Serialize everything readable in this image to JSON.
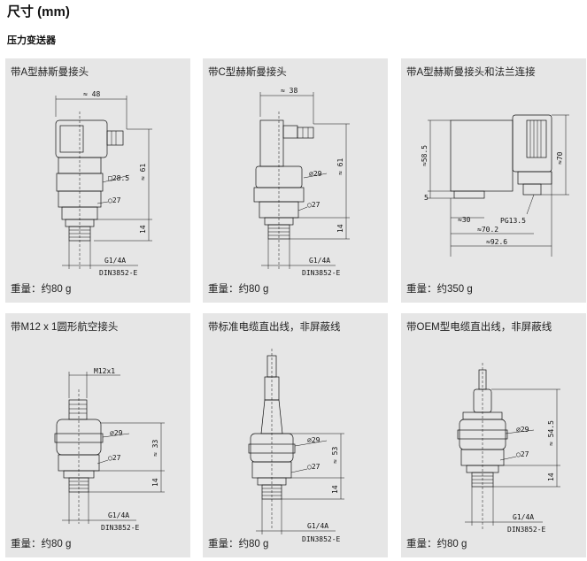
{
  "page": {
    "title": "尺寸 (mm)",
    "subtitle": "压力变送器"
  },
  "panels": [
    {
      "title": "带A型赫斯曼接头",
      "weight": "重量：约80 g",
      "dims": [
        "≈ 48",
        "□28.5",
        "○27",
        "≈ 61",
        "14",
        "G1/4A",
        "DIN3852-E"
      ]
    },
    {
      "title": "带C型赫斯曼接头",
      "weight": "重量：约80 g",
      "dims": [
        "≈ 38",
        "⌀29",
        "○27",
        "≈ 61",
        "14",
        "G1/4A",
        "DIN3852-E"
      ]
    },
    {
      "title": "带A型赫斯曼接头和法兰连接",
      "weight": "重量：约350 g",
      "dims": [
        "≈58.5",
        "5",
        "≈30",
        "PG13.5",
        "≈70.2",
        "≈92.6",
        "≈70"
      ]
    },
    {
      "title": "带M12 x 1圆形航空接头",
      "weight": "重量：约80 g",
      "dims": [
        "M12x1",
        "⌀29",
        "○27",
        "≈ 33",
        "14",
        "G1/4A",
        "DIN3852-E"
      ]
    },
    {
      "title": "带标准电缆直出线，非屏蔽线",
      "weight": "重量：约80 g",
      "dims": [
        "⌀29",
        "○27",
        "≈ 53",
        "14",
        "G1/4A",
        "DIN3852-E"
      ]
    },
    {
      "title": "带OEM型电缆直出线，非屏蔽线",
      "weight": "重量：约80 g",
      "dims": [
        "⌀29",
        "○27",
        "≈ 54.5",
        "14",
        "G1/4A",
        "DIN3852-E"
      ]
    }
  ]
}
